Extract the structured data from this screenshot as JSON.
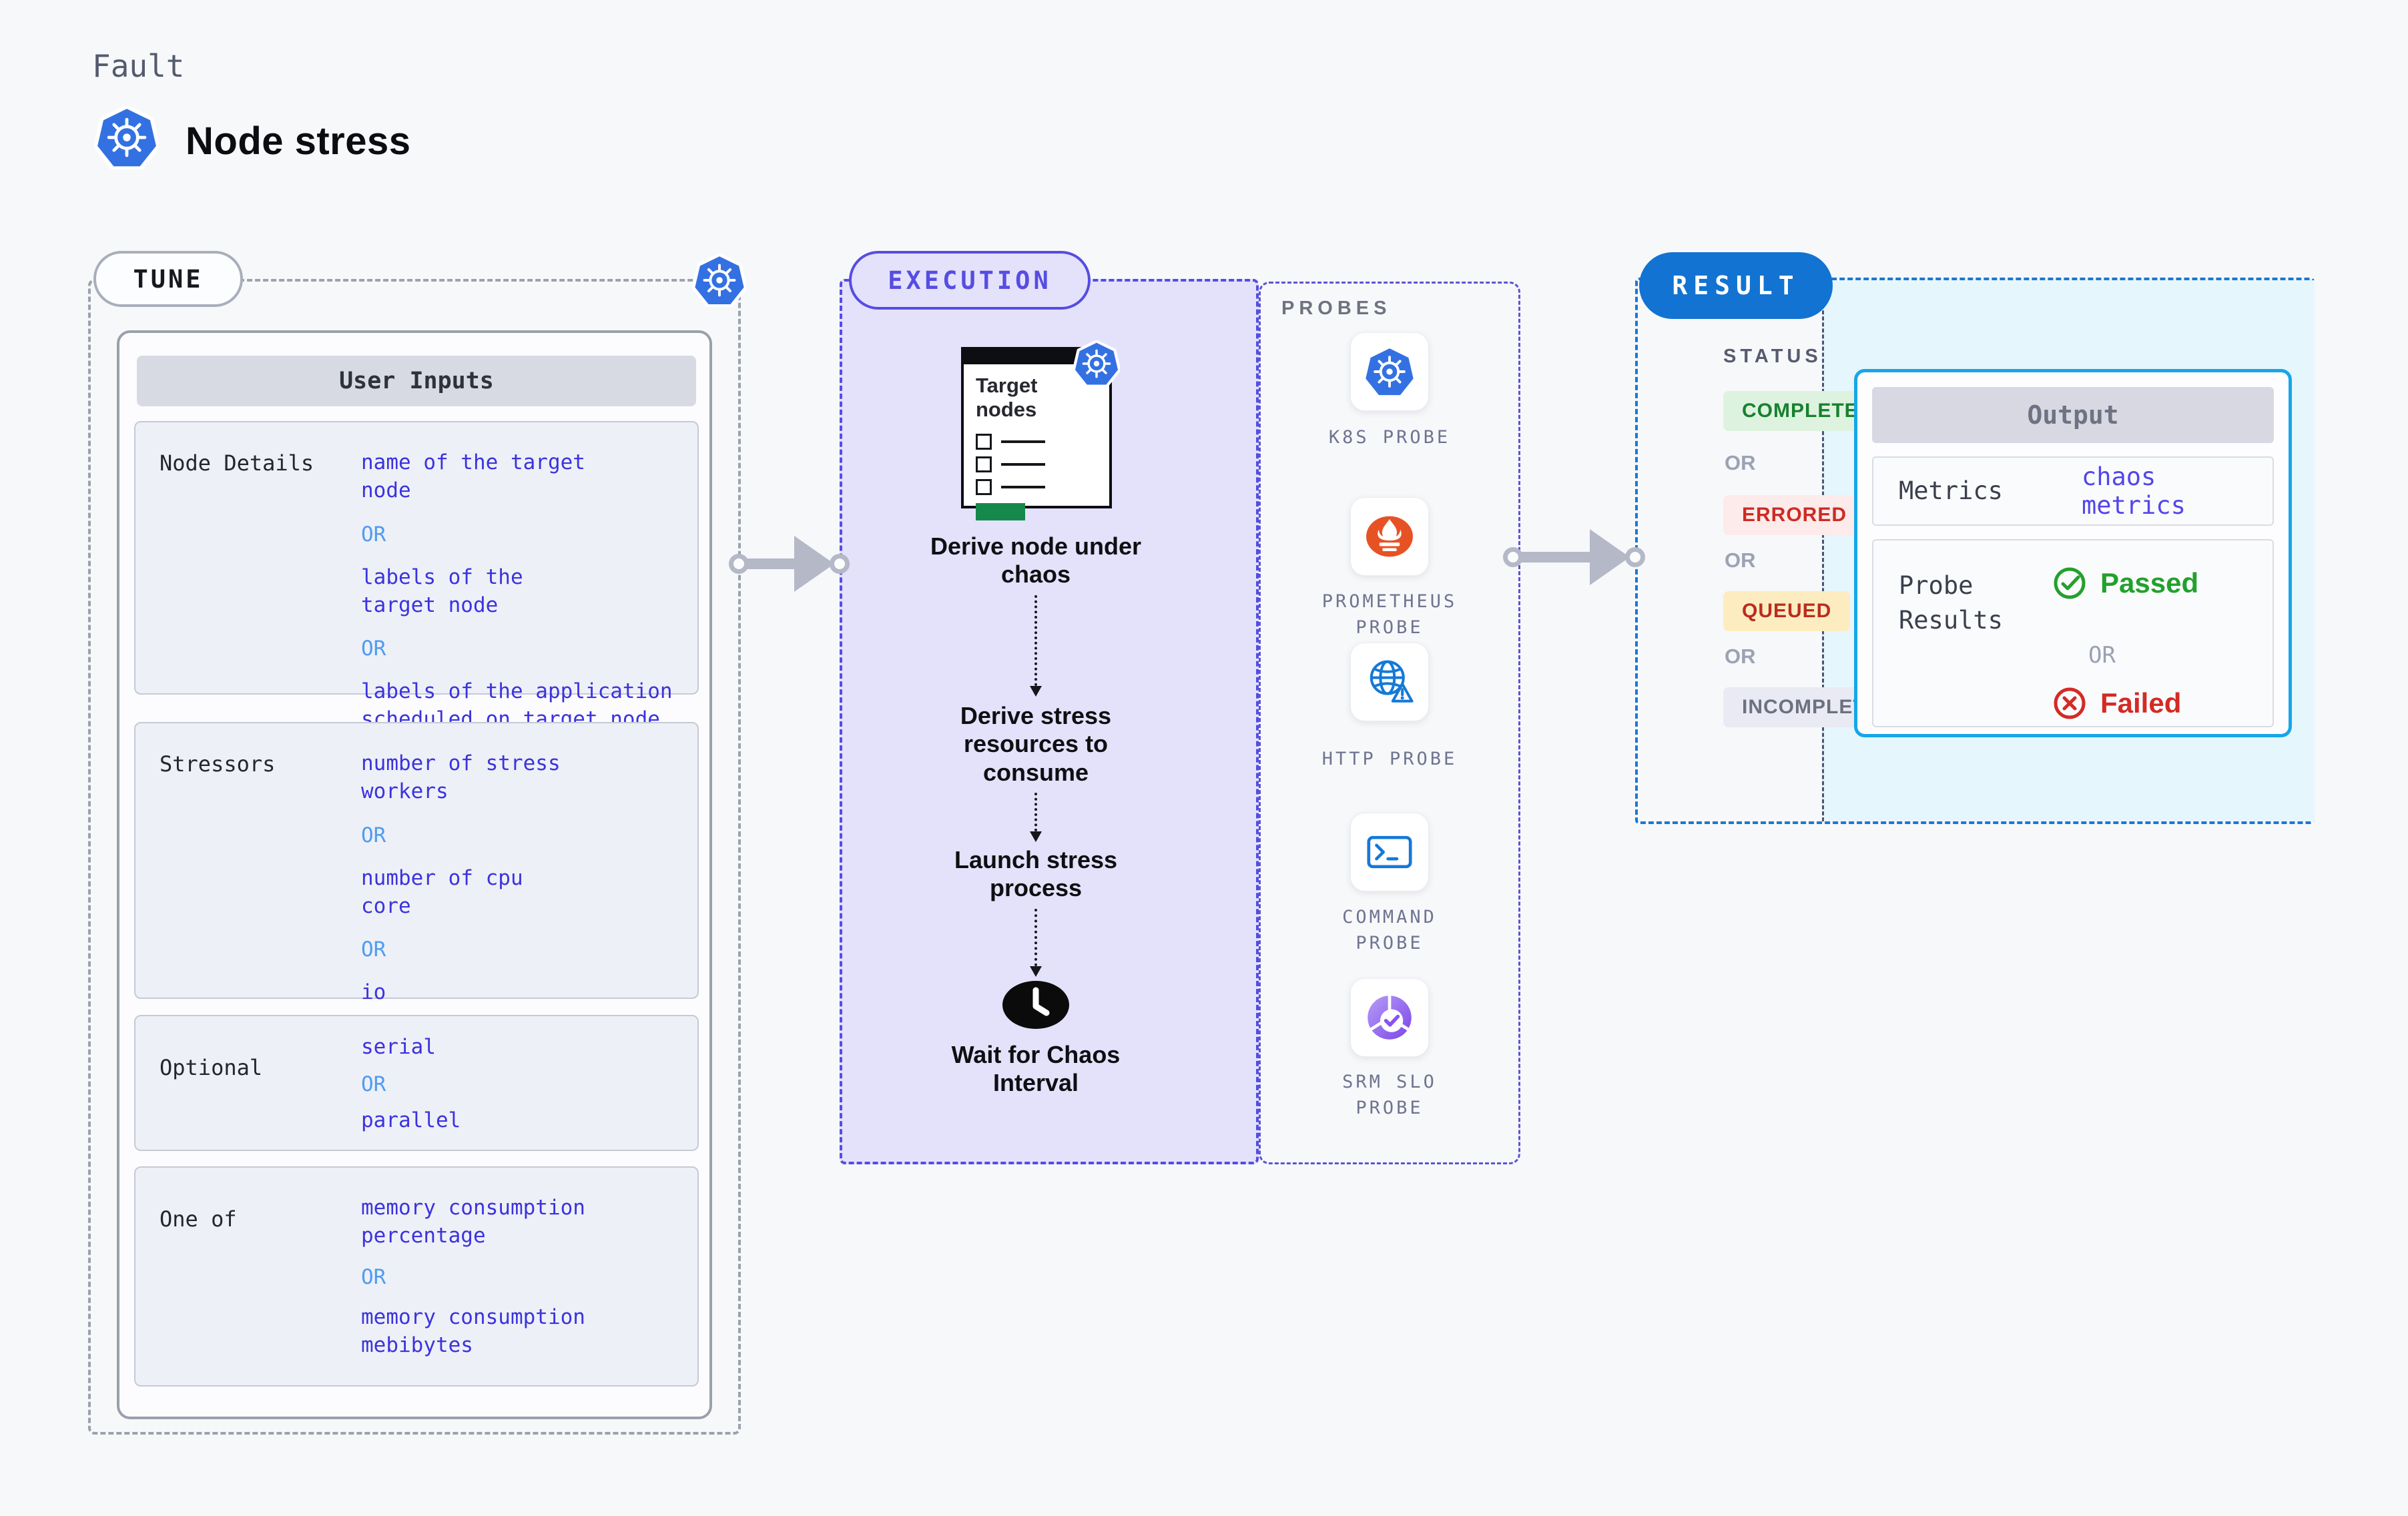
{
  "page": {
    "eyebrow": "Fault",
    "title": "Node stress"
  },
  "tune": {
    "pill": "TUNE",
    "table_title": "User Inputs",
    "rows": [
      {
        "label": "Node Details",
        "items": [
          "name of the target\nnode",
          "OR",
          "labels of the\ntarget node",
          "OR",
          "labels of the application\nscheduled on target node"
        ]
      },
      {
        "label": "Stressors",
        "items": [
          "number of stress\nworkers",
          "OR",
          "number of cpu\ncore",
          "OR",
          "io"
        ]
      },
      {
        "label": "Optional",
        "items": [
          "serial",
          "OR",
          "parallel"
        ]
      },
      {
        "label": "One of",
        "items": [
          "memory consumption\npercentage",
          "OR",
          "memory consumption\nmebibytes"
        ]
      }
    ]
  },
  "execution": {
    "pill": "EXECUTION",
    "target_card_title": "Target\nnodes",
    "steps": [
      "Derive node under\nchaos",
      "Derive stress\nresources to\nconsume",
      "Launch stress\nprocess",
      "Wait for Chaos\nInterval"
    ]
  },
  "probes": {
    "title": "PROBES",
    "items": [
      {
        "label": "K8S PROBE",
        "icon": "kubernetes-icon"
      },
      {
        "label": "PROMETHEUS\nPROBE",
        "icon": "prometheus-icon"
      },
      {
        "label": "HTTP PROBE",
        "icon": "http-globe-icon"
      },
      {
        "label": "COMMAND\nPROBE",
        "icon": "terminal-icon"
      },
      {
        "label": "SRM SLO\nPROBE",
        "icon": "slo-donut-icon"
      }
    ]
  },
  "result": {
    "pill": "RESULT",
    "status_title": "STATUS",
    "or": "OR",
    "statuses": [
      {
        "text": "COMPLETED",
        "type": "completed"
      },
      {
        "text": "ERRORED",
        "type": "errored"
      },
      {
        "text": "QUEUED",
        "type": "queued"
      },
      {
        "text": "INCOMPLETED",
        "type": "incompleted"
      }
    ],
    "output": {
      "title": "Output",
      "metrics_label": "Metrics",
      "metrics_value": "chaos metrics",
      "probe_results_label": "Probe\nResults",
      "passed": "Passed",
      "or": "OR",
      "failed": "Failed"
    }
  },
  "colors": {
    "page_bg": "#f7f8fa",
    "indigo_accent": "#564de2",
    "value_indigo": "#3b33de",
    "or_blue": "#4f9cf0",
    "exec_fill": "#e4e2fb",
    "result_blue": "#1273d2",
    "output_cyan_border": "#16a6e8",
    "result_cyan_bg": "#e6f6fd",
    "completed_green": "#17812f",
    "errored_red": "#cd2b24",
    "queued_amber_bg": "#fcecc0",
    "passed_green": "#22a12c",
    "failed_red": "#d32b24",
    "arrow_gray": "#b5b8c6",
    "kubernetes_blue": "#3371e3",
    "prometheus_orange": "#e75225"
  }
}
